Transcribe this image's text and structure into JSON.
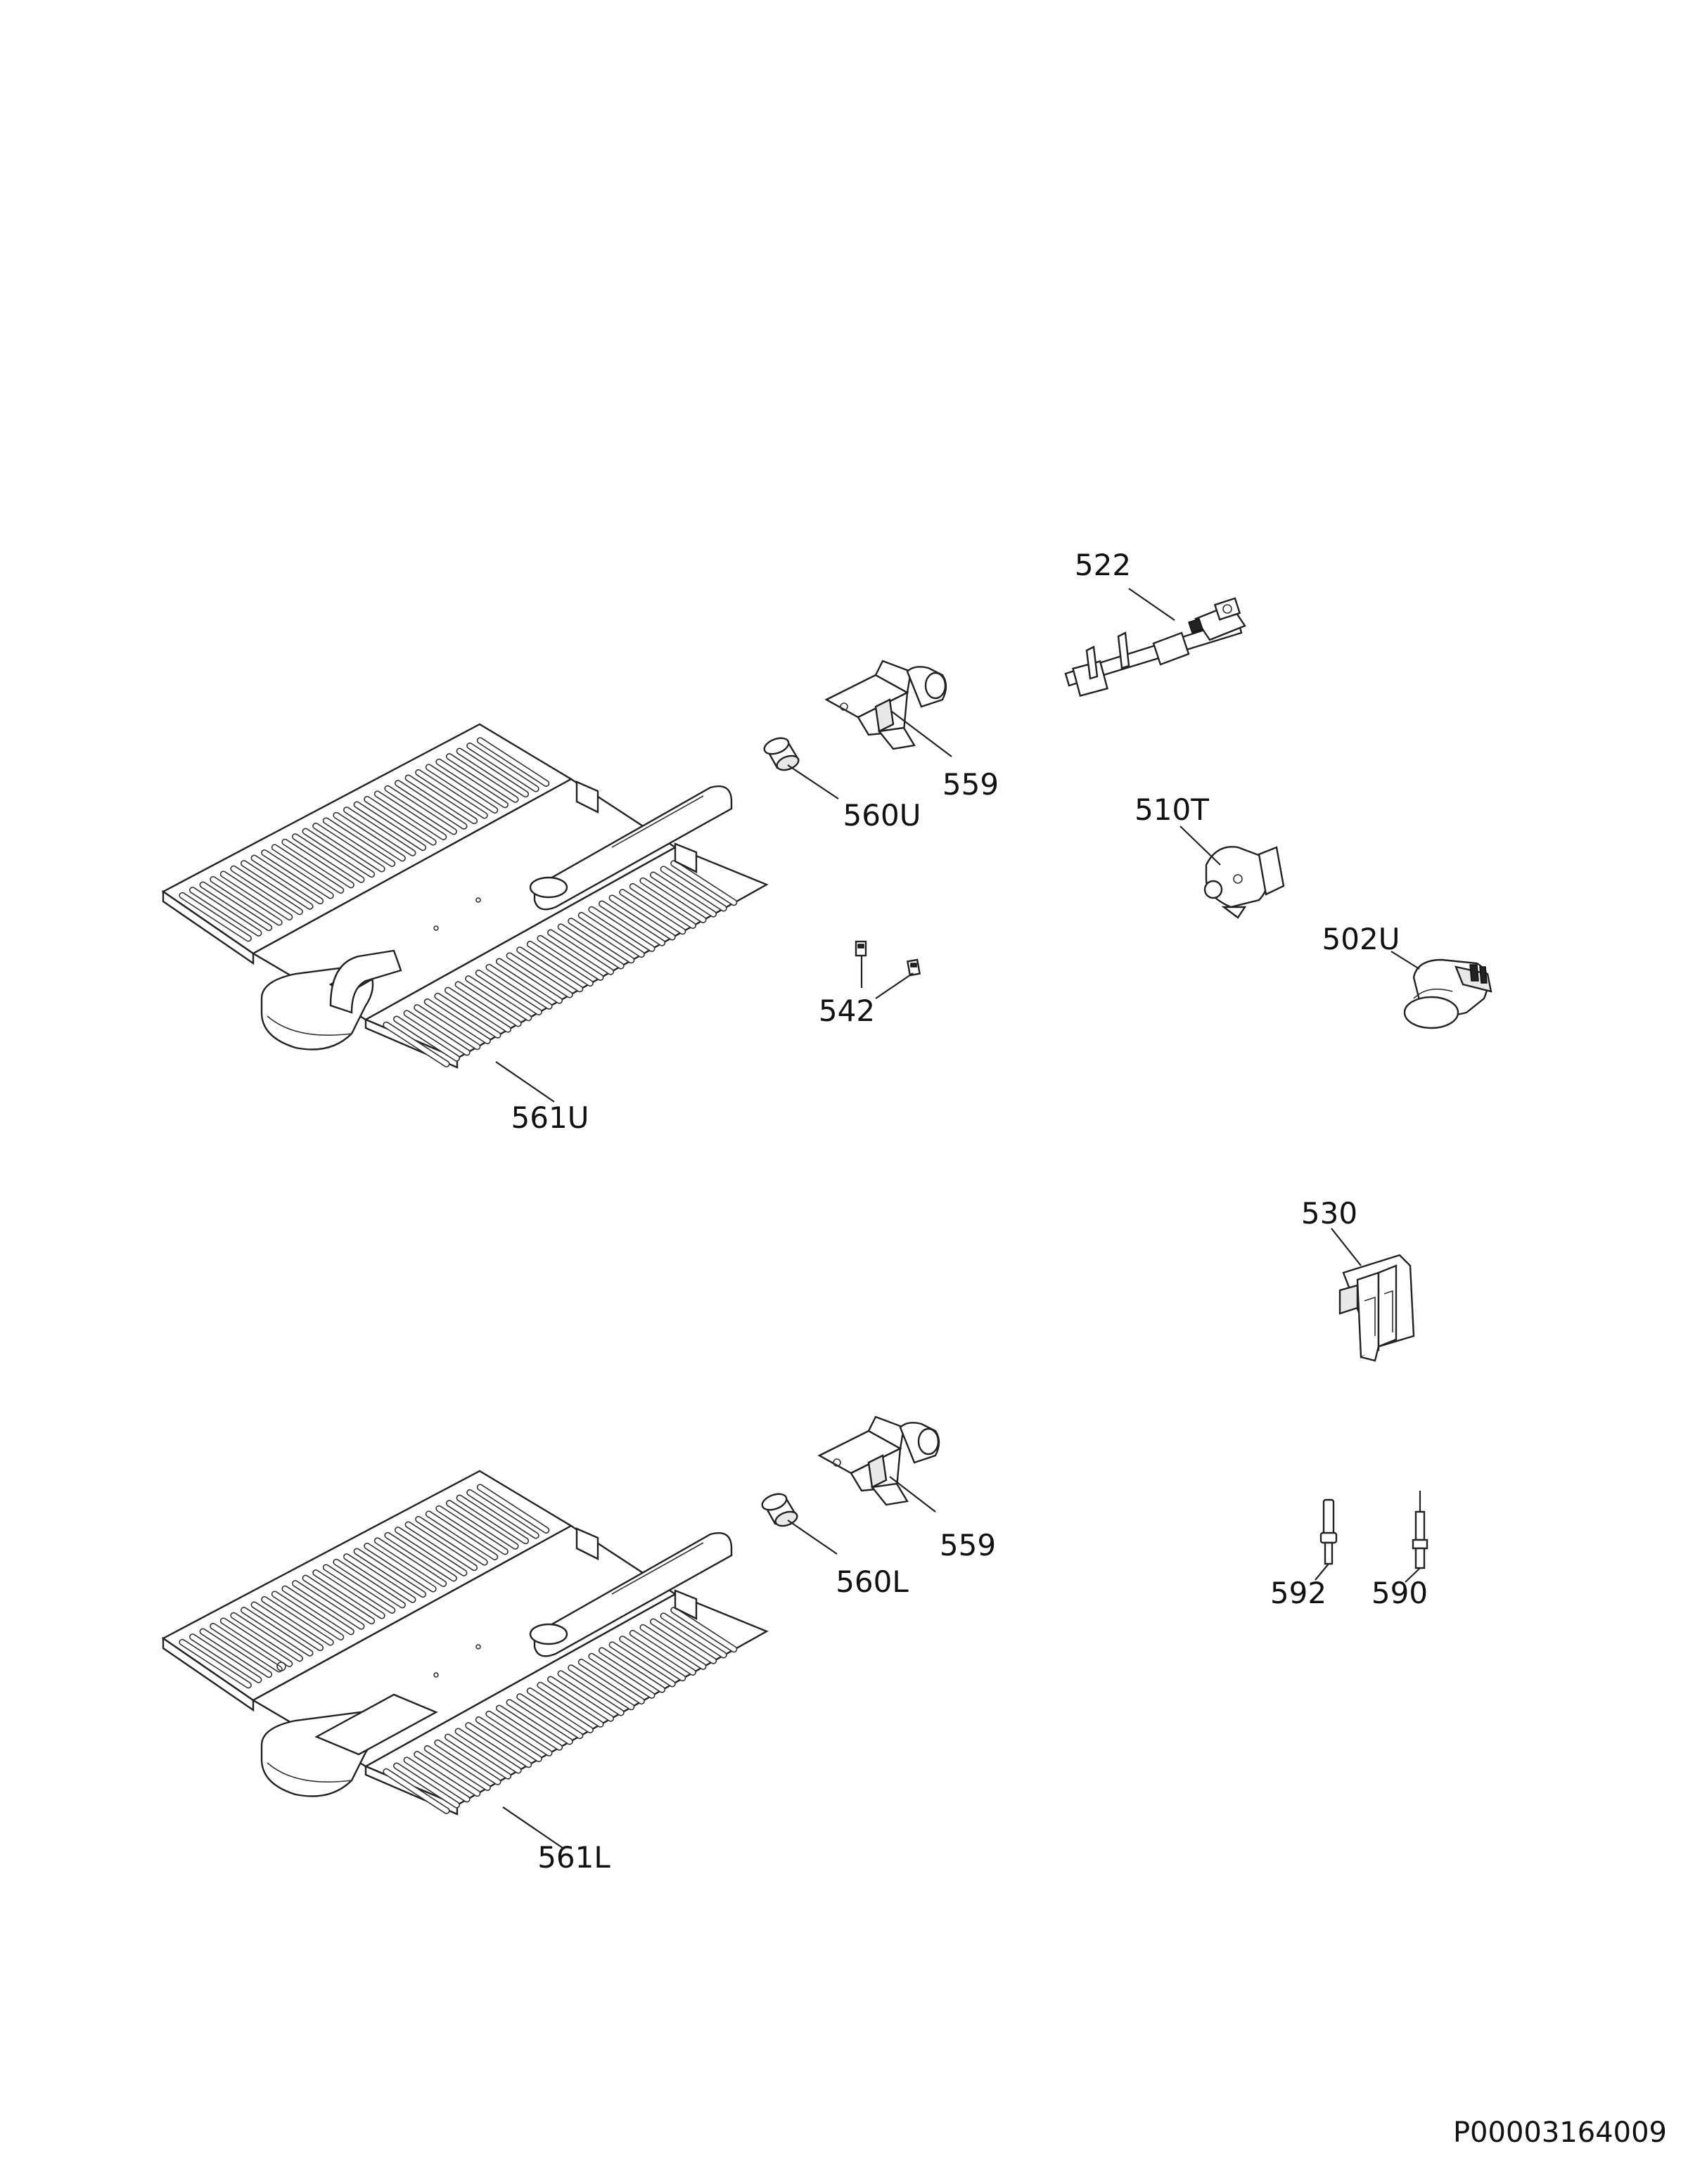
{
  "diagram": {
    "labels": {
      "p522": "522",
      "p559_upper": "559",
      "p560U": "560U",
      "p510T": "510T",
      "p502U": "502U",
      "p542": "542",
      "p561U": "561U",
      "p530": "530",
      "p559_lower": "559",
      "p560L": "560L",
      "p592": "592",
      "p590": "590",
      "p561L": "561L"
    },
    "document_id": "P00003164009"
  }
}
